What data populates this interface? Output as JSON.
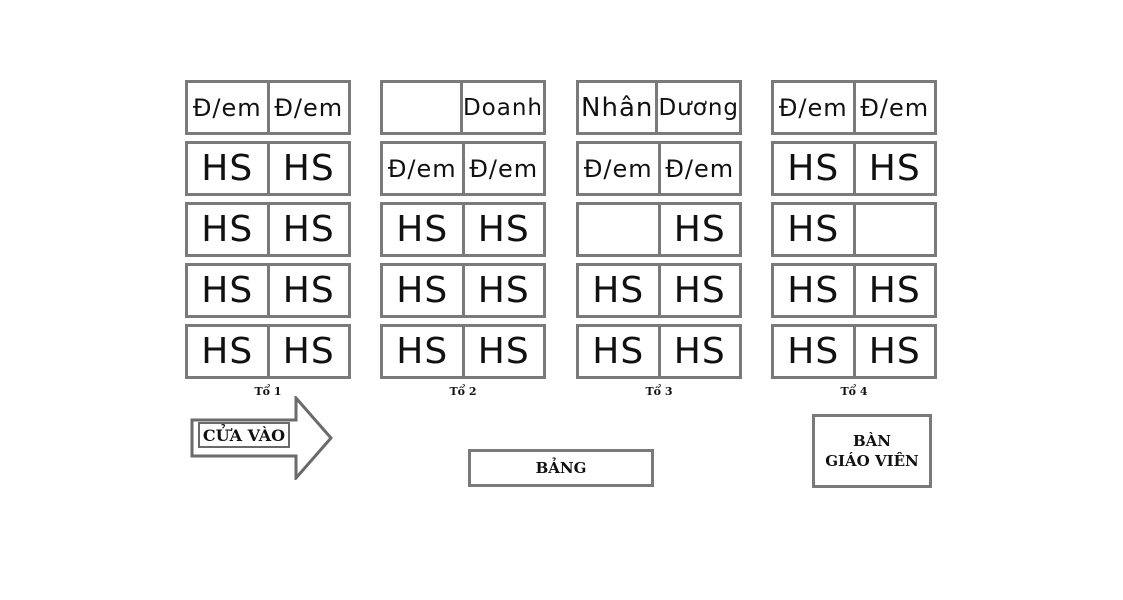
{
  "groups": [
    {
      "label": "Tổ 1",
      "desks": [
        [
          "Đ/em",
          "Đ/em"
        ],
        [
          "HS",
          "HS"
        ],
        [
          "HS",
          "HS"
        ],
        [
          "HS",
          "HS"
        ],
        [
          "HS",
          "HS"
        ]
      ]
    },
    {
      "label": "Tổ 2",
      "desks": [
        [
          "",
          "Doanh"
        ],
        [
          "Đ/em",
          "Đ/em"
        ],
        [
          "HS",
          "HS"
        ],
        [
          "HS",
          "HS"
        ],
        [
          "HS",
          "HS"
        ]
      ]
    },
    {
      "label": "Tổ 3",
      "desks": [
        [
          "Nhân",
          "Dương"
        ],
        [
          "Đ/em",
          "Đ/em"
        ],
        [
          "",
          "HS"
        ],
        [
          "HS",
          "HS"
        ],
        [
          "HS",
          "HS"
        ]
      ]
    },
    {
      "label": "Tổ 4",
      "desks": [
        [
          "Đ/em",
          "Đ/em"
        ],
        [
          "HS",
          "HS"
        ],
        [
          "HS",
          ""
        ],
        [
          "HS",
          "HS"
        ],
        [
          "HS",
          "HS"
        ]
      ]
    }
  ],
  "door_label": "CỬA VÀO",
  "board_label": "BẢNG",
  "teacher_desk": [
    "BÀN",
    "GIÁO VIÊN"
  ]
}
